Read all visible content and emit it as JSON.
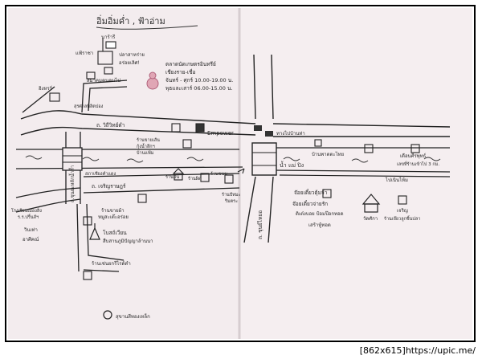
{
  "map": {
    "title": "อิ่มอิ่มค่ำ , ฟ้าอ่าม",
    "market_info": {
      "name": "ตลาดนัดเกษตรอินทรีย์",
      "subname": "เชียงราย-เชื่อ",
      "hours_weekday": "จันทร์ - ศุกร์ 10.00-19.00 น.",
      "hours_weekend": "พุธและเสาร์ 06.00-15.00 น."
    },
    "labels": {
      "top_left_a": "แฟ้ราชา",
      "top_left_b": "นาร้ารี",
      "gate_label": "สมาคมคนคนไป",
      "shop_cafe": "ปลาสาหร่าย",
      "shop_cafe2": "อร่อยเลิศ!",
      "hotel": "สุรศาลพิลิตปอง",
      "left_shop": "อิงหรร์",
      "road_upper": "ถ. วิถีวิทย์ดำ",
      "empower": "Empower",
      "fresh_market": "ร้านขายเส้น",
      "crafts": "กุ้งน้ำลึกฯ",
      "home": "บ้านแฟ้ม",
      "bridge_road": "ทางไปบ้านท่า",
      "to_village": "บ้านพาตตะไทย",
      "river": "น้ำ  แม่  ปิง",
      "right_market": "เตือนศีรพุทธ์",
      "right_market_sub": "เลขที่ร้านเข้าไป 3 กม.",
      "chinese_temple": "สภาเชียงคำแดง",
      "shop_row_a": "ร้านมิน",
      "shop_row_b": "ร้านผิด",
      "shop_row_c": "ร้านขนม",
      "vertical_road_left": "ถ.ชุนยะหลักน้ำล้ำ",
      "road_lower": "ถ. เจริญราษฎร์",
      "bakery": "ร้านปัทมะ",
      "bakery_sub": "ริมตระ",
      "noodle": "ร้านขายผ้า",
      "noodle_sub": "หมูสะเต๊ะอร่อย",
      "school_left": "โรงเรียนเมืองสิ่ง",
      "school_left_sub": "ร.ร.ปริ้นส์ฯ",
      "left_sign": "วินเท่า",
      "left_sign_sub": "อาศีคณ์",
      "temple": "โบสถ์เวียน",
      "temple_sub": "สืบสานภูมิปัญญาล้านนา",
      "craft_shop": "ร้านเช่นยกรีไรด์ดำ",
      "vertical_road_right": "ถ. ชุนย์ไหยอ",
      "food_stand_a": "จ๊อยเตี๋ยวตุ้มจ้า",
      "food_stand_b": "จ๊อยเตี๋ยวจ่ายรัก",
      "food_stand_c": "ติเต๋งบอย  ป้อมป๊อกทอด",
      "food_stand_d": "เสร้าหู้ทอด",
      "wat": "วัดศักา",
      "right_bottom": "เจริญ",
      "right_bottom_sub": "ร้านเจ๊ยวลูกชิ้นปลา",
      "right_upper_label": "ไปเนินไห้ม",
      "bottom_station": "สุขานสีทองเหล็ก"
    }
  },
  "caption": "[862x615]https://upic.me/"
}
